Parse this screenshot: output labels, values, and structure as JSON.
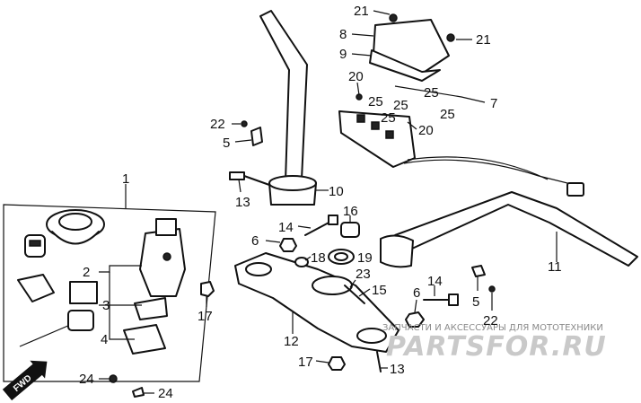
{
  "callouts": {
    "c1": "1",
    "c2": "2",
    "c3": "3",
    "c4": "4",
    "c5a": "5",
    "c5b": "5",
    "c6a": "6",
    "c6b": "6",
    "c7": "7",
    "c8": "8",
    "c9": "9",
    "c10": "10",
    "c11": "11",
    "c12": "12",
    "c13a": "13",
    "c13b": "13",
    "c14a": "14",
    "c14b": "14",
    "c15": "15",
    "c16": "16",
    "c17a": "17",
    "c17b": "17",
    "c18": "18",
    "c19": "19",
    "c20a": "20",
    "c20b": "20",
    "c21a": "21",
    "c21b": "21",
    "c22a": "22",
    "c22b": "22",
    "c23": "23",
    "c24a": "24",
    "c24b": "24",
    "c25a": "25",
    "c25b": "25",
    "c25c": "25",
    "c25d": "25",
    "c25e": "25"
  },
  "fwd_label": "FWD",
  "watermark": {
    "tagline": "ЗАПЧАСТИ И АКСЕССУАРЫ ДЛЯ МОТОТЕХНИКИ",
    "logo": "PARTSFOR.RU"
  },
  "colors": {
    "ink": "#111111",
    "paper": "#ffffff",
    "watermark": "#c9c9c9"
  }
}
